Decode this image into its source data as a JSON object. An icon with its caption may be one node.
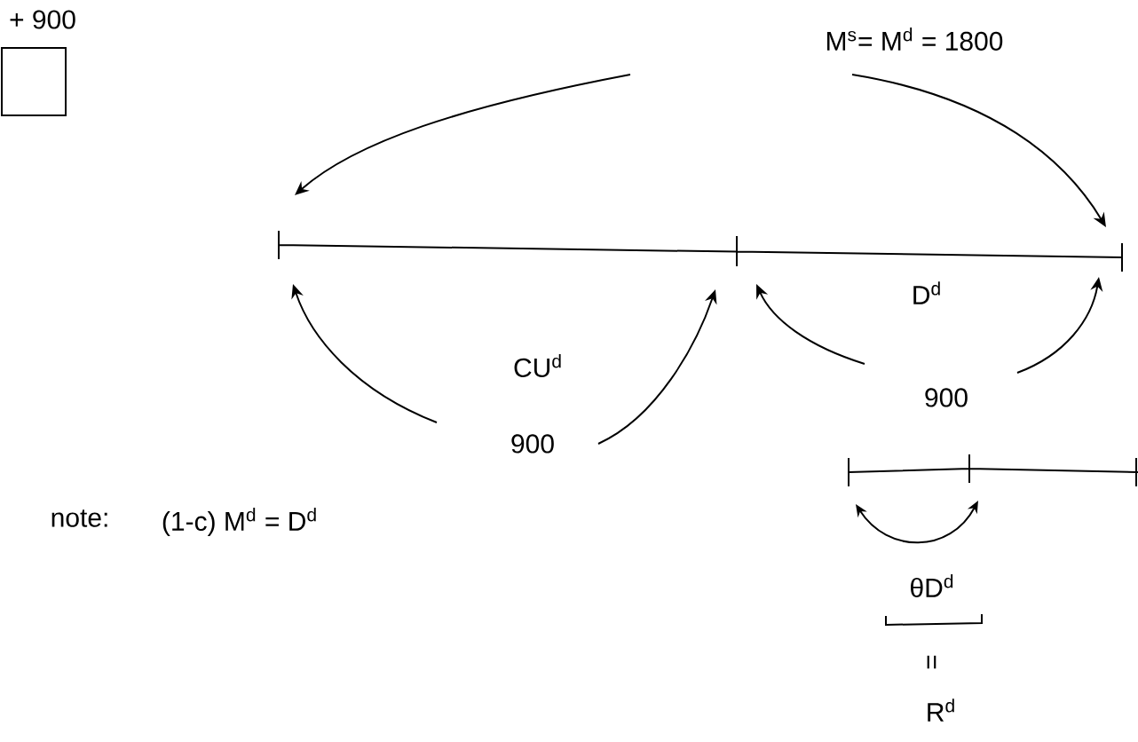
{
  "diagram": {
    "nodes": [
      {
        "text": [],
        "shape": "box"
      }
    ],
    "labels": [
      "+ 900",
      "M$^{s}$= M$^{d}$ = 1800",
      "CU$^{d}$",
      "900",
      "D$^{d}$",
      "900",
      "note:",
      "(1-c) M$^{d}$ = D$^{d}$",
      "θD$^{d}$",
      "=",
      "R$^{d}$"
    ]
  }
}
